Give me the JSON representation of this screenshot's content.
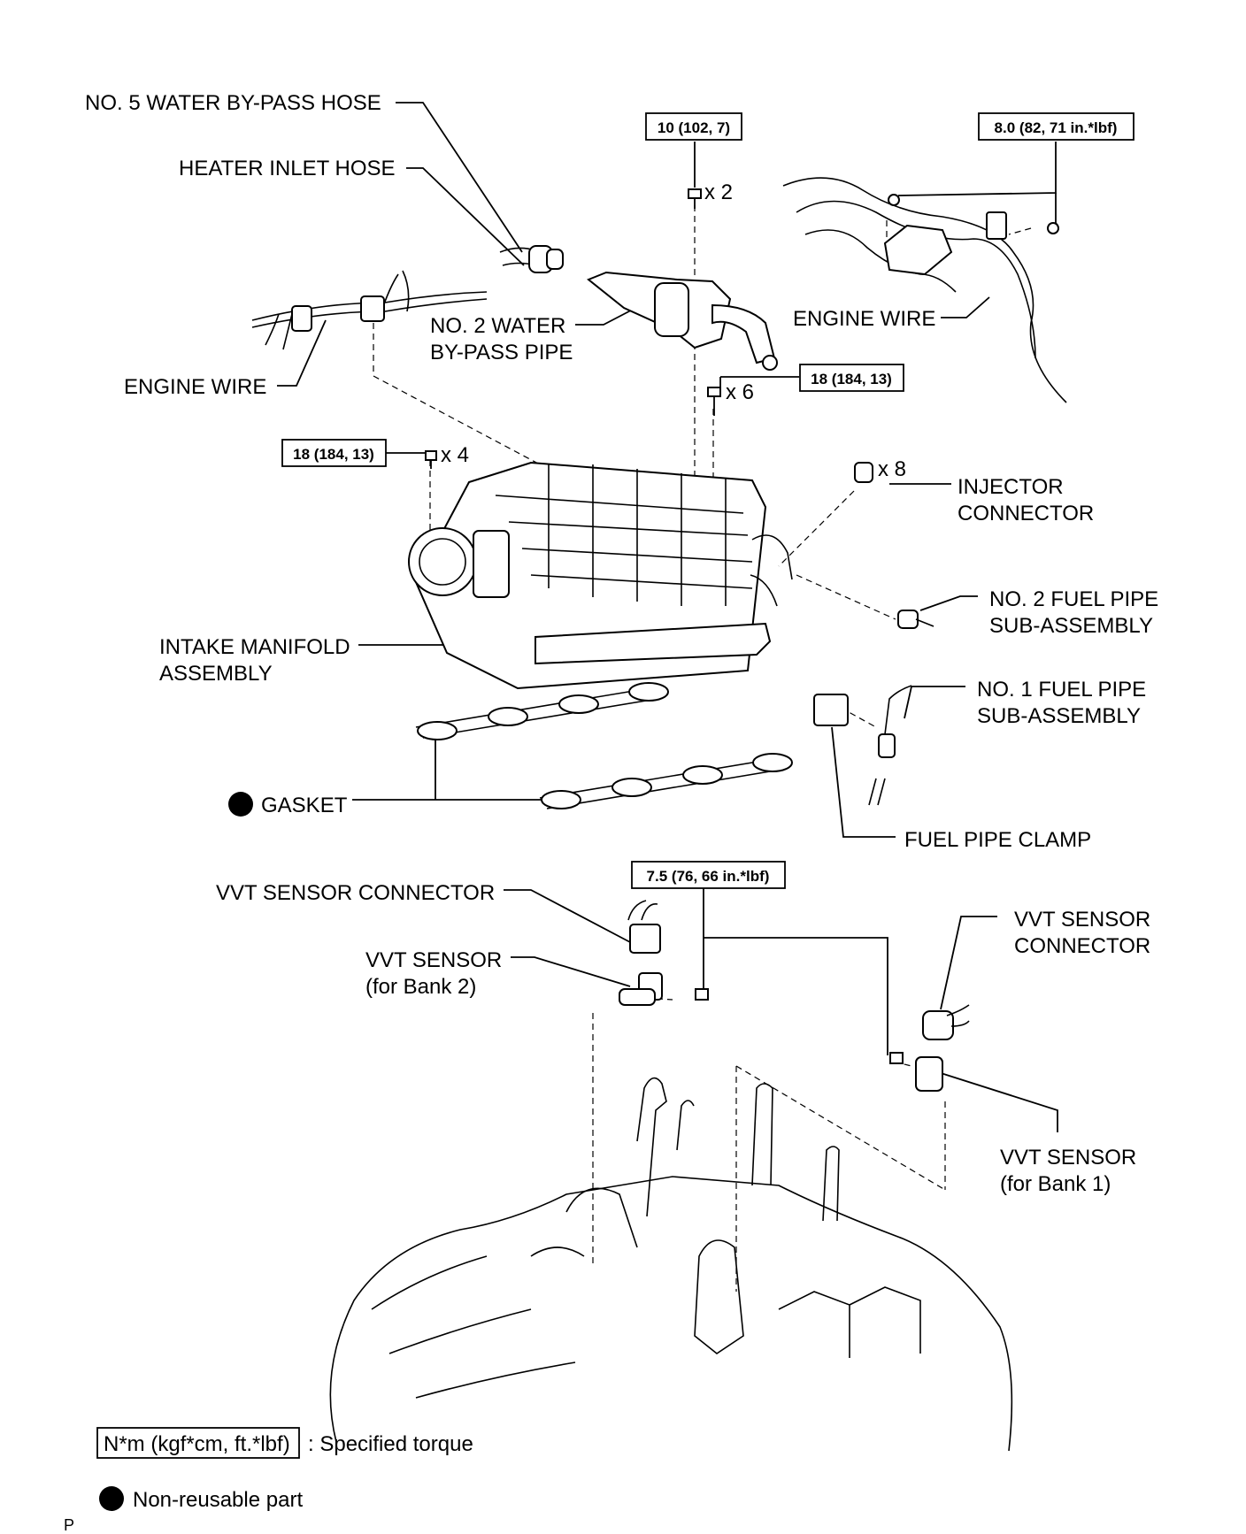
{
  "labels": {
    "water_bypass_hose": "NO. 5 WATER BY-PASS HOSE",
    "heater_inlet_hose": "HEATER INLET HOSE",
    "water_bypass_pipe_1": "NO. 2 WATER",
    "water_bypass_pipe_2": "BY-PASS PIPE",
    "engine_wire_left": "ENGINE WIRE",
    "engine_wire_right": "ENGINE WIRE",
    "injector_connector_1": "INJECTOR",
    "injector_connector_2": "CONNECTOR",
    "fuel_pipe_no2_1": "NO. 2 FUEL PIPE",
    "fuel_pipe_no2_2": "SUB-ASSEMBLY",
    "intake_manifold_1": "INTAKE MANIFOLD",
    "intake_manifold_2": "ASSEMBLY",
    "fuel_pipe_no1_1": "NO. 1 FUEL PIPE",
    "fuel_pipe_no1_2": "SUB-ASSEMBLY",
    "gasket": "GASKET",
    "fuel_pipe_clamp": "FUEL PIPE CLAMP",
    "vvt_connector_left": "VVT SENSOR CONNECTOR",
    "vvt_sensor_bank2_1": "VVT SENSOR",
    "vvt_sensor_bank2_2": "(for Bank 2)",
    "vvt_connector_right_1": "VVT SENSOR",
    "vvt_connector_right_2": "CONNECTOR",
    "vvt_sensor_bank1_1": "VVT SENSOR",
    "vvt_sensor_bank1_2": "(for Bank 1)"
  },
  "torques": {
    "pipe_bolts": "10 (102, 7)",
    "wire_bracket": "8.0 (82, 71 in.*lbf)",
    "manifold_right": "18 (184, 13)",
    "manifold_left": "18 (184, 13)",
    "vvt_bolts": "7.5 (76, 66 in.*lbf)"
  },
  "quantities": {
    "pipe_bolts": "x 2",
    "manifold_right": "x 6",
    "manifold_left": "x 4",
    "injector": "x 8"
  },
  "legend": {
    "torque_box": "N*m (kgf*cm, ft.*lbf)",
    "torque_text": ": Specified torque",
    "nonreusable_text": "Non-reusable part"
  },
  "page_mark": "P"
}
